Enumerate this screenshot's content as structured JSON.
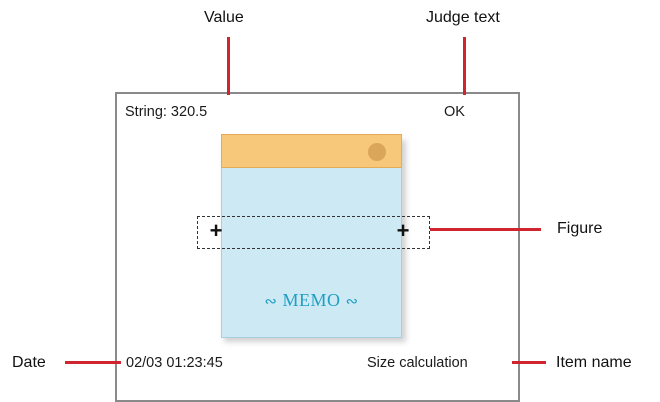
{
  "callouts": {
    "value": "Value",
    "judge_text": "Judge text",
    "figure": "Figure",
    "date": "Date",
    "item_name": "Item name"
  },
  "display": {
    "string_value": "String: 320.5",
    "judge": "OK",
    "date": "02/03 01:23:45",
    "item": "Size calculation"
  },
  "memo": {
    "label": "ꕥ MEMO ꕥ",
    "left_ornament": "ꕥ",
    "right_ornament": "ꕥ"
  },
  "figure": {
    "left_marker": "+",
    "right_marker": "+"
  },
  "colors": {
    "leader_line": "#d0252f",
    "note_body": "#cce9f4",
    "note_tab": "#f7c77a",
    "memo_text": "#1f9fc4",
    "frame": "#8a8a8a"
  }
}
